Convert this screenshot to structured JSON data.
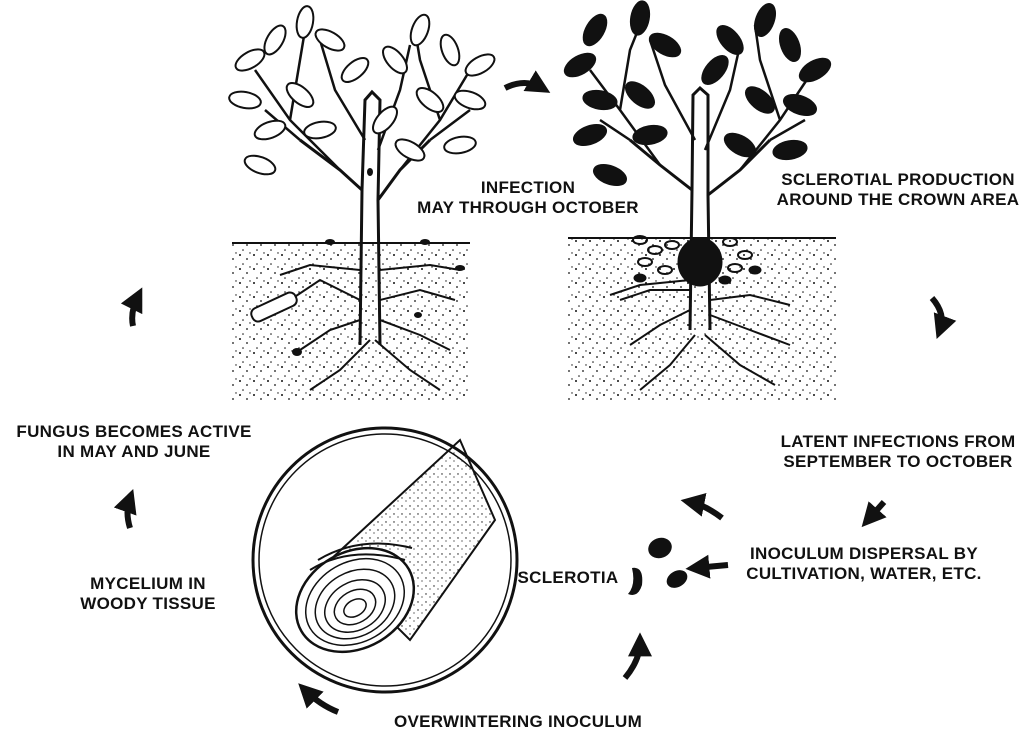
{
  "diagram": {
    "labels": {
      "infection": [
        "INFECTION",
        "MAY THROUGH OCTOBER"
      ],
      "sclerotial_production": [
        "SCLEROTIAL PRODUCTION",
        "AROUND THE CROWN AREA"
      ],
      "latent_infections": [
        "LATENT INFECTIONS FROM",
        "SEPTEMBER TO OCTOBER"
      ],
      "inoculum_dispersal": [
        "INOCULUM DISPERSAL BY",
        "CULTIVATION, WATER, ETC."
      ],
      "sclerotia": "SCLEROTIA",
      "overwintering": "OVERWINTERING INOCULUM",
      "mycelium": [
        "MYCELIUM IN",
        "WOODY TISSUE"
      ],
      "fungus_active": [
        "FUNGUS BECOMES ACTIVE",
        "IN MAY AND JUNE"
      ]
    },
    "colors": {
      "ink": "#111111",
      "paper": "#ffffff"
    }
  }
}
